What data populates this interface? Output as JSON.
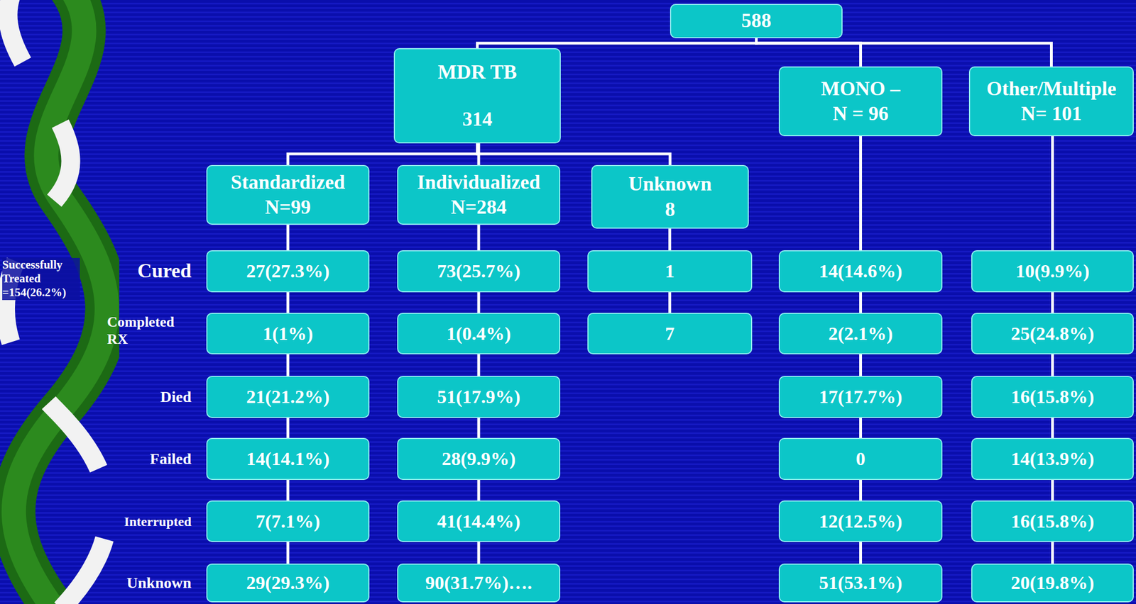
{
  "diagram": {
    "nodes": [
      {
        "text": [
          "588"
        ]
      },
      {
        "text": [
          "MDR TB",
          "314"
        ]
      },
      {
        "text": [
          "MONO –",
          "N = 96"
        ]
      },
      {
        "text": [
          "Other/Multiple",
          "N= 101"
        ]
      },
      {
        "text": [
          "Standardized",
          "N=99"
        ]
      },
      {
        "text": [
          "Individualized",
          "N=284"
        ]
      },
      {
        "text": [
          "Unknown",
          "8"
        ]
      },
      {
        "text": [
          "27(27.3%)"
        ]
      },
      {
        "text": [
          "73(25.7%)"
        ]
      },
      {
        "text": [
          "1"
        ]
      },
      {
        "text": [
          "14(14.6%)"
        ]
      },
      {
        "text": [
          "10(9.9%)"
        ]
      },
      {
        "text": [
          "1(1%)"
        ]
      },
      {
        "text": [
          "1(0.4%)"
        ]
      },
      {
        "text": [
          "7"
        ]
      },
      {
        "text": [
          "2(2.1%)"
        ]
      },
      {
        "text": [
          "25(24.8%)"
        ]
      },
      {
        "text": [
          "21(21.2%)"
        ]
      },
      {
        "text": [
          "51(17.9%)"
        ]
      },
      {
        "text": [
          "17(17.7%)"
        ]
      },
      {
        "text": [
          "16(15.8%)"
        ]
      },
      {
        "text": [
          "14(14.1%)"
        ]
      },
      {
        "text": [
          "28(9.9%)"
        ]
      },
      {
        "text": [
          "0"
        ]
      },
      {
        "text": [
          "14(13.9%)"
        ]
      },
      {
        "text": [
          "7(7.1%)"
        ]
      },
      {
        "text": [
          "41(14.4%)"
        ]
      },
      {
        "text": [
          "12(12.5%)"
        ]
      },
      {
        "text": [
          "16(15.8%)"
        ]
      },
      {
        "text": [
          "29(29.3%)"
        ]
      },
      {
        "text": [
          "90(31.7%)…."
        ]
      },
      {
        "text": [
          "51(53.1%)"
        ]
      },
      {
        "text": [
          "20(19.8%)"
        ]
      }
    ],
    "edges": [
      {
        "from": 0,
        "to": 1,
        "arrow": "none"
      },
      {
        "from": 0,
        "to": 2,
        "arrow": "none"
      },
      {
        "from": 0,
        "to": 3,
        "arrow": "none"
      },
      {
        "from": 1,
        "to": 4,
        "arrow": "none"
      },
      {
        "from": 1,
        "to": 5,
        "arrow": "none"
      },
      {
        "from": 1,
        "to": 6,
        "arrow": "none"
      },
      {
        "from": 4,
        "to": 7,
        "arrow": "none"
      },
      {
        "from": 5,
        "to": 8,
        "arrow": "none"
      },
      {
        "from": 6,
        "to": 9,
        "arrow": "none"
      },
      {
        "from": 2,
        "to": 10,
        "arrow": "none"
      },
      {
        "from": 3,
        "to": 11,
        "arrow": "none"
      },
      {
        "from": 7,
        "to": 12,
        "arrow": "none"
      },
      {
        "from": 8,
        "to": 13,
        "arrow": "none"
      },
      {
        "from": 9,
        "to": 14,
        "arrow": "none"
      },
      {
        "from": 10,
        "to": 15,
        "arrow": "none"
      },
      {
        "from": 11,
        "to": 16,
        "arrow": "none"
      },
      {
        "from": 12,
        "to": 17,
        "arrow": "none"
      },
      {
        "from": 13,
        "to": 18,
        "arrow": "none"
      },
      {
        "from": 15,
        "to": 19,
        "arrow": "none"
      },
      {
        "from": 16,
        "to": 20,
        "arrow": "none"
      },
      {
        "from": 17,
        "to": 21,
        "arrow": "none"
      },
      {
        "from": 18,
        "to": 22,
        "arrow": "none"
      },
      {
        "from": 19,
        "to": 23,
        "arrow": "none"
      },
      {
        "from": 20,
        "to": 24,
        "arrow": "none"
      },
      {
        "from": 21,
        "to": 25,
        "arrow": "none"
      },
      {
        "from": 22,
        "to": 26,
        "arrow": "none"
      },
      {
        "from": 23,
        "to": 27,
        "arrow": "none"
      },
      {
        "from": 24,
        "to": 28,
        "arrow": "none"
      },
      {
        "from": 25,
        "to": 29,
        "arrow": "none"
      },
      {
        "from": 26,
        "to": 30,
        "arrow": "none"
      },
      {
        "from": 27,
        "to": 31,
        "arrow": "none"
      },
      {
        "from": 28,
        "to": 32,
        "arrow": "none"
      }
    ],
    "labels": [
      "Successfully Treated =154(26.2%)",
      "Cured",
      "Completed RX",
      "Died",
      "Failed",
      "Interrupted",
      "Unknown"
    ]
  }
}
